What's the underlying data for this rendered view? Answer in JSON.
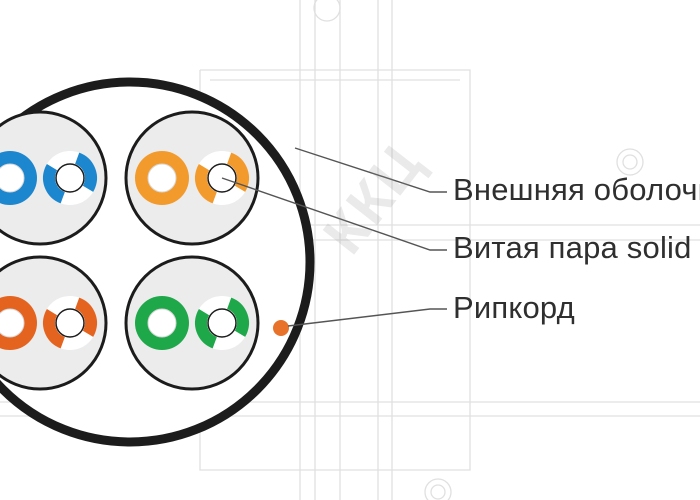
{
  "callouts": [
    {
      "label": "Внешняя оболочка"
    },
    {
      "label": "Витая пара solid"
    },
    {
      "label": "Рипкорд"
    }
  ],
  "watermark": {
    "text": "ККЦ"
  },
  "colors": {
    "jacket_outline": "#1c1c1c",
    "pair_bg": "#ececec",
    "blue": "#1c86cf",
    "orange": "#f39a2c",
    "brown": "#e4631f",
    "green": "#1fa84a",
    "ripcord": "#e8722a",
    "text": "#2f2f2f"
  },
  "pairs": [
    {
      "name": "blue-pair",
      "color_key": "blue"
    },
    {
      "name": "orange-pair",
      "color_key": "orange"
    },
    {
      "name": "brown-pair",
      "color_key": "brown"
    },
    {
      "name": "green-pair",
      "color_key": "green"
    }
  ]
}
